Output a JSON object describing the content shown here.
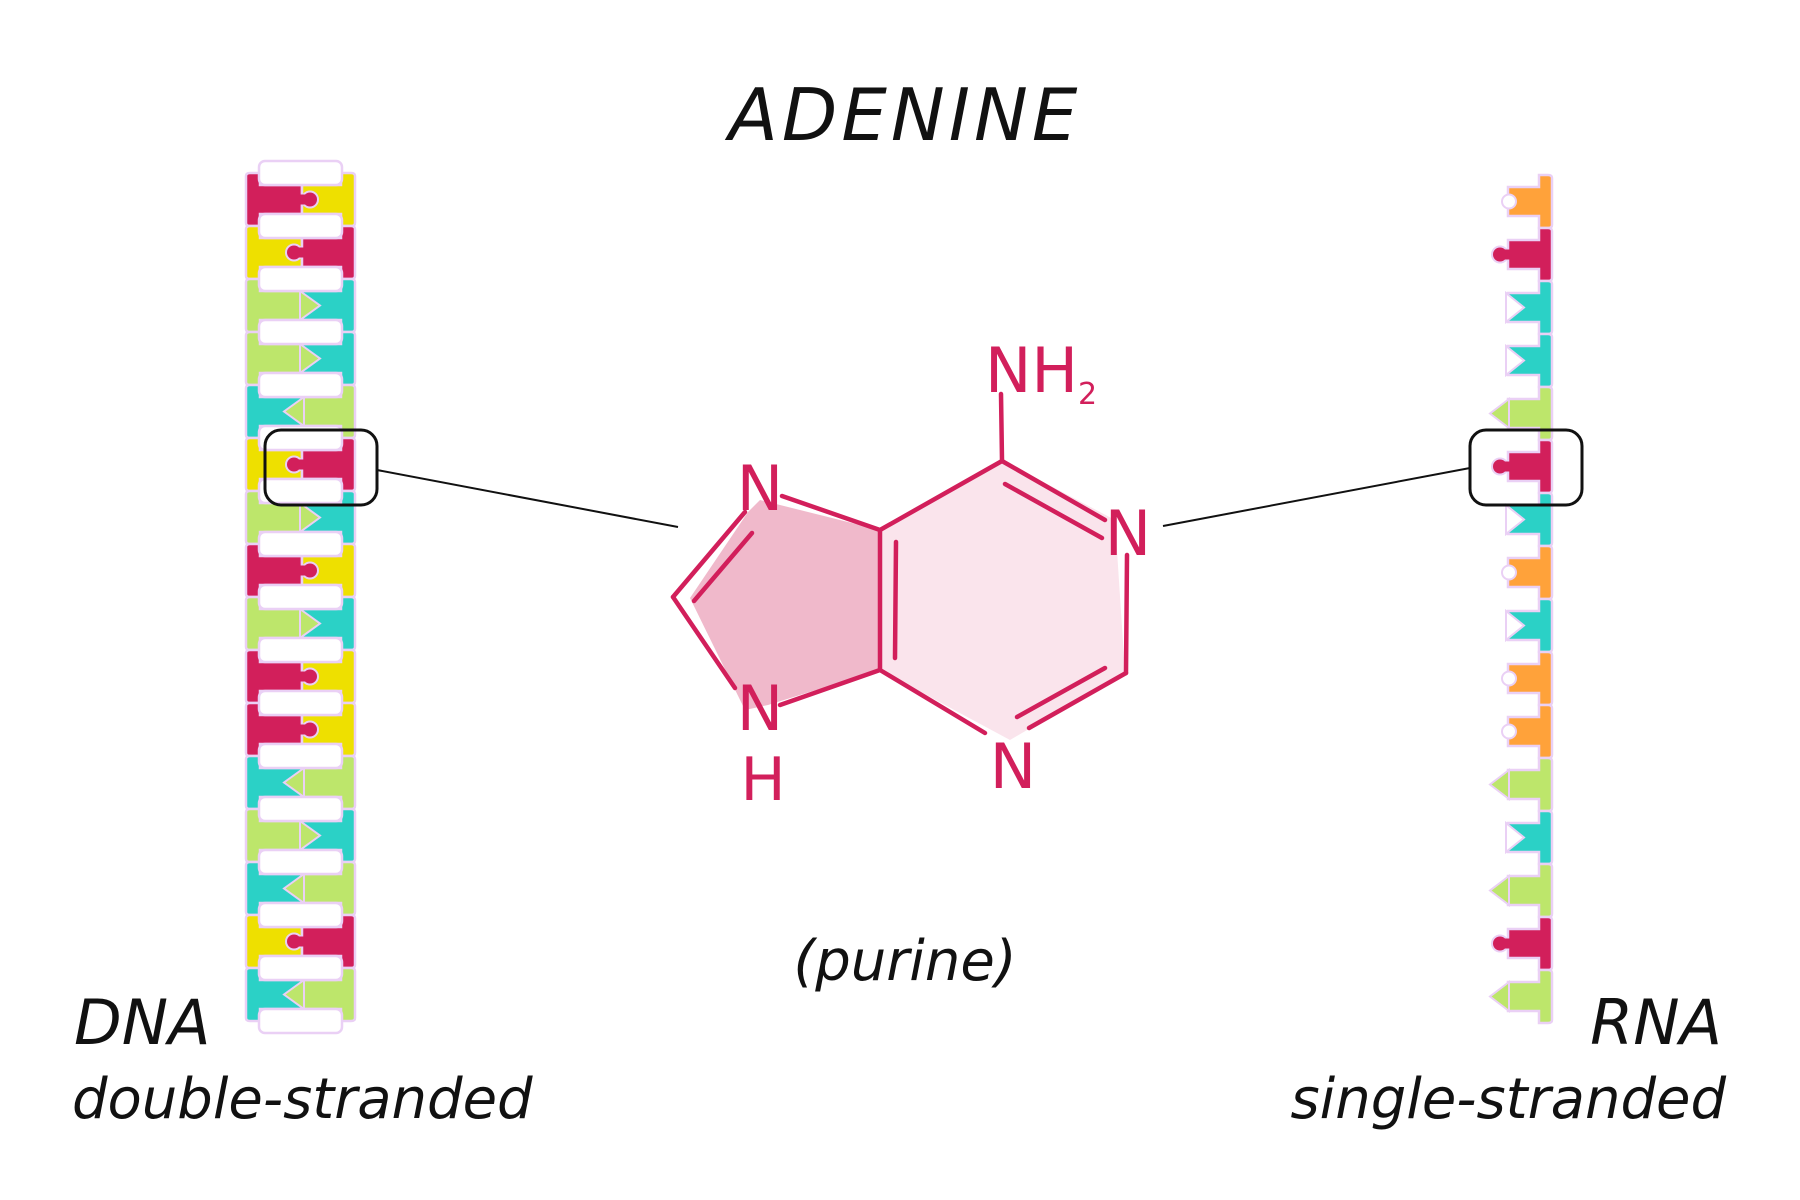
{
  "title": "ADENINE",
  "subtitle": "(purine)",
  "colors": {
    "magenta": "#D21F5B",
    "yellow": "#EEE000",
    "green": "#BDE66B",
    "cyan": "#2BD1C6",
    "orange": "#FFA23A",
    "outline": "#EAD0F5",
    "molecule_line": "#D21F5B",
    "five_ring_fill": "#F0B9CB",
    "six_ring_fill": "#FAE4EC",
    "ink": "#111111"
  },
  "dna": {
    "label": "DNA",
    "description": "double-stranded",
    "highlighted_index": 5,
    "pairs": [
      {
        "left": "magenta",
        "right": "yellow",
        "joint": "knob"
      },
      {
        "left": "yellow",
        "right": "magenta",
        "joint": "socket"
      },
      {
        "left": "green",
        "right": "cyan",
        "joint": "arrow-right"
      },
      {
        "left": "green",
        "right": "cyan",
        "joint": "arrow-right"
      },
      {
        "left": "cyan",
        "right": "green",
        "joint": "arrow-left"
      },
      {
        "left": "yellow",
        "right": "magenta",
        "joint": "socket"
      },
      {
        "left": "green",
        "right": "cyan",
        "joint": "arrow-right"
      },
      {
        "left": "magenta",
        "right": "yellow",
        "joint": "knob"
      },
      {
        "left": "green",
        "right": "cyan",
        "joint": "arrow-right"
      },
      {
        "left": "magenta",
        "right": "yellow",
        "joint": "knob"
      },
      {
        "left": "magenta",
        "right": "yellow",
        "joint": "knob"
      },
      {
        "left": "cyan",
        "right": "green",
        "joint": "arrow-left"
      },
      {
        "left": "green",
        "right": "cyan",
        "joint": "arrow-right"
      },
      {
        "left": "cyan",
        "right": "green",
        "joint": "arrow-left"
      },
      {
        "left": "yellow",
        "right": "magenta",
        "joint": "socket"
      },
      {
        "left": "cyan",
        "right": "green",
        "joint": "arrow-left"
      }
    ]
  },
  "rna": {
    "label": "RNA",
    "description": "single-stranded",
    "highlighted_index": 5,
    "bases": [
      {
        "color": "orange",
        "tip": "socket"
      },
      {
        "color": "magenta",
        "tip": "knob"
      },
      {
        "color": "cyan",
        "tip": "notch"
      },
      {
        "color": "cyan",
        "tip": "notch"
      },
      {
        "color": "green",
        "tip": "point"
      },
      {
        "color": "magenta",
        "tip": "knob"
      },
      {
        "color": "cyan",
        "tip": "notch"
      },
      {
        "color": "orange",
        "tip": "socket"
      },
      {
        "color": "cyan",
        "tip": "notch"
      },
      {
        "color": "orange",
        "tip": "socket"
      },
      {
        "color": "orange",
        "tip": "socket"
      },
      {
        "color": "green",
        "tip": "point"
      },
      {
        "color": "cyan",
        "tip": "notch"
      },
      {
        "color": "green",
        "tip": "point"
      },
      {
        "color": "magenta",
        "tip": "knob"
      },
      {
        "color": "green",
        "tip": "point"
      }
    ]
  },
  "molecule": {
    "amine_label": "NH",
    "amine_subscript": "2",
    "n1_label": "N",
    "n3_label": "N",
    "n7_label": "N",
    "n9_label": "N",
    "n9_h_label": "H"
  }
}
